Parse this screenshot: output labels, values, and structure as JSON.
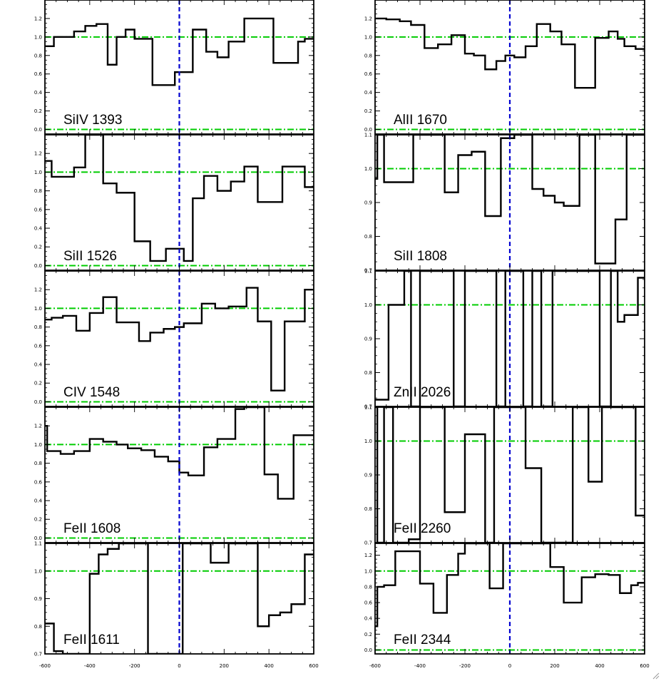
{
  "chart_data": {
    "type": "line",
    "x_ticks": [
      -600,
      -400,
      -200,
      0,
      200,
      400,
      600
    ],
    "xlim": [
      -600,
      600
    ],
    "zero_line": {
      "x": 0,
      "color": "#0000d0"
    },
    "continuum": {
      "color": "#00cc00",
      "levels": [
        0.0,
        1.0
      ]
    },
    "panels": [
      {
        "label": "SiIV 1393",
        "ylim": [
          -0.05,
          1.4
        ],
        "y_ticks": [
          0.0,
          0.2,
          0.4,
          0.6,
          0.8,
          1.0,
          1.2
        ],
        "x": [
          -600,
          -560,
          -520,
          -470,
          -420,
          -370,
          -320,
          -280,
          -240,
          -200,
          -160,
          -120,
          -80,
          -20,
          20,
          60,
          120,
          170,
          220,
          290,
          350,
          420,
          470,
          530,
          560
        ],
        "y": [
          0.9,
          1.0,
          1.0,
          1.06,
          1.12,
          1.14,
          0.7,
          1.0,
          1.08,
          0.98,
          0.98,
          0.48,
          0.48,
          0.62,
          0.62,
          1.08,
          0.84,
          0.78,
          0.95,
          1.2,
          1.2,
          0.72,
          0.72,
          0.95,
          0.98
        ]
      },
      {
        "label": "AlII 1670",
        "ylim": [
          -0.05,
          1.4
        ],
        "y_ticks": [
          0.0,
          0.2,
          0.4,
          0.6,
          0.8,
          1.0,
          1.2
        ],
        "x": [
          -600,
          -550,
          -490,
          -440,
          -380,
          -320,
          -260,
          -200,
          -160,
          -110,
          -60,
          -20,
          20,
          70,
          120,
          180,
          230,
          290,
          330,
          380,
          440,
          480,
          510,
          560
        ],
        "y": [
          1.2,
          1.19,
          1.17,
          1.13,
          0.88,
          0.92,
          1.02,
          0.82,
          0.8,
          0.65,
          0.74,
          0.8,
          0.78,
          0.9,
          1.14,
          1.06,
          0.92,
          0.45,
          0.45,
          0.99,
          1.06,
          0.98,
          0.9,
          0.87
        ]
      },
      {
        "label": "SiII 1526",
        "ylim": [
          -0.05,
          1.4
        ],
        "y_ticks": [
          0.0,
          0.2,
          0.4,
          0.6,
          0.8,
          1.0,
          1.2
        ],
        "x": [
          -600,
          -570,
          -520,
          -470,
          -420,
          -340,
          -280,
          -200,
          -130,
          -60,
          0,
          20,
          60,
          110,
          170,
          230,
          290,
          350,
          410,
          460,
          520,
          560
        ],
        "y": [
          1.12,
          0.95,
          0.95,
          1.05,
          1.4,
          0.88,
          0.78,
          0.26,
          0.05,
          0.18,
          0.18,
          0.05,
          0.72,
          0.96,
          0.8,
          0.9,
          1.06,
          0.68,
          0.68,
          1.06,
          1.06,
          0.84
        ]
      },
      {
        "label": "SiII 1808",
        "ylim": [
          0.7,
          1.1
        ],
        "y_ticks": [
          0.7,
          0.8,
          0.9,
          1.0,
          1.1
        ],
        "x": [
          -600,
          -590,
          -560,
          -510,
          -430,
          -380,
          -290,
          -230,
          -170,
          -110,
          -40,
          20,
          100,
          150,
          200,
          240,
          310,
          380,
          420,
          470,
          520
        ],
        "y": [
          0.97,
          1.1,
          0.96,
          0.96,
          1.1,
          1.1,
          0.93,
          1.04,
          1.05,
          0.86,
          1.09,
          1.1,
          0.94,
          0.92,
          0.9,
          0.89,
          1.1,
          0.72,
          0.72,
          0.85,
          1.1
        ]
      },
      {
        "label": "CIV 1548",
        "ylim": [
          -0.05,
          1.4
        ],
        "y_ticks": [
          0.0,
          0.2,
          0.4,
          0.6,
          0.8,
          1.0,
          1.2
        ],
        "x": [
          -600,
          -570,
          -520,
          -460,
          -400,
          -340,
          -280,
          -240,
          -180,
          -130,
          -70,
          -20,
          20,
          100,
          160,
          220,
          300,
          350,
          410,
          470,
          530,
          560
        ],
        "y": [
          0.88,
          0.9,
          0.92,
          0.76,
          0.95,
          1.12,
          0.85,
          0.85,
          0.65,
          0.74,
          0.78,
          0.8,
          0.84,
          1.05,
          1.0,
          1.02,
          1.22,
          0.86,
          0.12,
          0.86,
          0.86,
          1.2
        ]
      },
      {
        "label": "ZnII 2026",
        "ylim": [
          0.7,
          1.1
        ],
        "y_ticks": [
          0.7,
          0.8,
          0.9,
          1.0,
          1.1
        ],
        "x": [
          -600,
          -580,
          -540,
          -470,
          -440,
          -400,
          -360,
          -320,
          -250,
          -200,
          -150,
          -100,
          -60,
          -20,
          20,
          60,
          100,
          140,
          190,
          240,
          290,
          340,
          400,
          450,
          480,
          510,
          570
        ],
        "y": [
          0.72,
          0.72,
          1.0,
          1.1,
          0.7,
          1.1,
          1.1,
          1.1,
          0.7,
          1.1,
          1.1,
          1.1,
          0.7,
          1.1,
          1.1,
          0.7,
          1.1,
          0.7,
          1.1,
          1.1,
          1.1,
          1.1,
          0.7,
          1.1,
          0.95,
          0.97,
          1.08
        ]
      },
      {
        "label": "FeII 1608",
        "ylim": [
          -0.05,
          1.4
        ],
        "y_ticks": [
          0.0,
          0.2,
          0.4,
          0.6,
          0.8,
          1.0,
          1.2
        ],
        "x": [
          -600,
          -590,
          -530,
          -470,
          -400,
          -340,
          -280,
          -230,
          -170,
          -110,
          -50,
          0,
          40,
          110,
          170,
          250,
          290,
          380,
          440,
          510,
          560
        ],
        "y": [
          1.2,
          0.93,
          0.9,
          0.93,
          1.06,
          1.03,
          1.0,
          0.96,
          0.94,
          0.87,
          0.82,
          0.7,
          0.67,
          0.97,
          1.06,
          1.38,
          1.4,
          0.68,
          0.42,
          1.1,
          1.1
        ]
      },
      {
        "label": "FeII 2260",
        "ylim": [
          0.7,
          1.1
        ],
        "y_ticks": [
          0.7,
          0.8,
          0.9,
          1.0,
          1.1
        ],
        "x": [
          -600,
          -590,
          -560,
          -520,
          -450,
          -400,
          -340,
          -290,
          -230,
          -200,
          -150,
          -110,
          -70,
          -20,
          20,
          70,
          140,
          210,
          280,
          350,
          410,
          480,
          560
        ],
        "y": [
          1.1,
          0.7,
          1.1,
          0.7,
          0.71,
          1.1,
          1.1,
          0.79,
          0.79,
          1.02,
          1.02,
          0.7,
          1.1,
          1.1,
          1.1,
          0.92,
          0.7,
          0.7,
          1.1,
          0.88,
          1.1,
          1.1,
          0.78
        ]
      },
      {
        "label": "FeII 1611",
        "ylim": [
          0.7,
          1.1
        ],
        "y_ticks": [
          0.7,
          0.8,
          0.9,
          1.0,
          1.1
        ],
        "x": [
          -600,
          -560,
          -520,
          -480,
          -400,
          -360,
          -320,
          -270,
          -200,
          -140,
          -70,
          0,
          15,
          80,
          140,
          220,
          290,
          350,
          400,
          450,
          500,
          560
        ],
        "y": [
          0.81,
          0.71,
          0.7,
          0.7,
          0.99,
          1.06,
          1.08,
          1.1,
          1.1,
          0.7,
          0.7,
          0.7,
          1.1,
          1.1,
          1.03,
          1.1,
          1.1,
          0.8,
          0.84,
          0.85,
          0.88,
          1.06
        ]
      },
      {
        "label": "FeII 2344",
        "ylim": [
          -0.05,
          1.35
        ],
        "y_ticks": [
          0.0,
          0.2,
          0.4,
          0.6,
          0.8,
          1.0,
          1.2
        ],
        "x": [
          -600,
          -590,
          -560,
          -510,
          -450,
          -400,
          -340,
          -280,
          -230,
          -200,
          -150,
          -90,
          -30,
          20,
          100,
          180,
          240,
          320,
          380,
          440,
          490,
          540,
          570
        ],
        "y": [
          0.3,
          0.8,
          0.82,
          1.25,
          1.25,
          0.84,
          0.47,
          0.95,
          1.22,
          1.35,
          1.35,
          0.78,
          1.35,
          1.35,
          1.35,
          1.05,
          0.6,
          0.92,
          0.96,
          0.95,
          0.72,
          0.82,
          0.85
        ]
      }
    ]
  }
}
